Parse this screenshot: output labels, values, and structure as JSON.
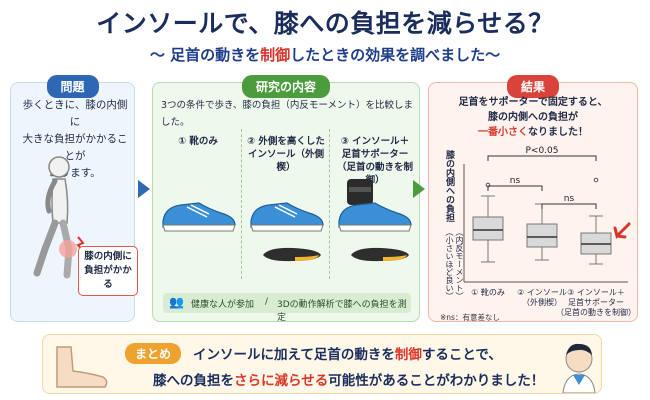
{
  "title": "インソールで、膝への負担を減らせる？",
  "subtitle": {
    "part1": "〜 足首の動きを",
    "highlight": "制御",
    "part2": "したときの効果を調べました〜"
  },
  "problem": {
    "heading": "問題",
    "lines": [
      "歩くときに、膝の内側に",
      "大きな負担がかかることが",
      "あります。"
    ],
    "knee_label": [
      "膝の内側に",
      "負担がかかる"
    ]
  },
  "method": {
    "heading": "研究の内容",
    "description": "3つの条件で歩き、膝の負担（内反モーメント）を比較しました。",
    "conditions": [
      {
        "lines": [
          "① 靴のみ"
        ]
      },
      {
        "lines": [
          "② 外側を高くした",
          "インソール（外側楔）"
        ]
      },
      {
        "lines": [
          "③ インソール＋",
          "足首サポーター",
          "（足首の動きを制御）"
        ]
      }
    ],
    "note": {
      "participants": "健康な人が参加",
      "separator": "/",
      "analysis": "3Dの動作解析で膝への負担を測定"
    }
  },
  "results": {
    "heading": "結果",
    "lines": [
      "足首をサポーターで固定すると、",
      "膝の内側への負担が"
    ],
    "highlight": "一番小さく",
    "after_highlight": "なりました！",
    "footnote": "※ns：有意差なし"
  },
  "summary": {
    "tag": "まとめ",
    "line1_a": "インソールに加えて足首の動きを",
    "line1_b": "制御",
    "line1_c": "することで、",
    "line2_a": "膝への負担を",
    "line2_b": "さらに減らせる",
    "line2_c": "可能性があることがわかりました！"
  },
  "chart_data": {
    "type": "boxplot",
    "ylabel": "膝の内側への負担",
    "ylabel_sub": "（内反モーメント）",
    "ylabel_note": "（小さいほど良い）",
    "categories": [
      [
        "① 靴のみ"
      ],
      [
        "② インソール",
        "（外側楔）"
      ],
      [
        "③ インソール＋",
        "足首サポーター",
        "（足首の動きを制御）"
      ]
    ],
    "boxes": [
      {
        "min": 0.18,
        "q1": 0.4,
        "median": 0.5,
        "q3": 0.63,
        "max": 0.84,
        "outliers": [
          0.95
        ]
      },
      {
        "min": 0.2,
        "q1": 0.33,
        "median": 0.43,
        "q3": 0.56,
        "max": 0.76,
        "outliers": []
      },
      {
        "min": 0.16,
        "q1": 0.26,
        "median": 0.36,
        "q3": 0.47,
        "max": 0.64,
        "outliers": [
          1.0
        ]
      }
    ],
    "ylim": [
      0,
      1.1
    ],
    "significance": [
      {
        "from": 0,
        "to": 1,
        "label": "ns"
      },
      {
        "from": 1,
        "to": 2,
        "label": "ns"
      },
      {
        "from": 0,
        "to": 2,
        "label": "P<0.05"
      }
    ],
    "colors": {
      "box": "#d9d9d9",
      "outline": "#777777",
      "sig": "#333333",
      "highlight": "#d9362b"
    }
  }
}
